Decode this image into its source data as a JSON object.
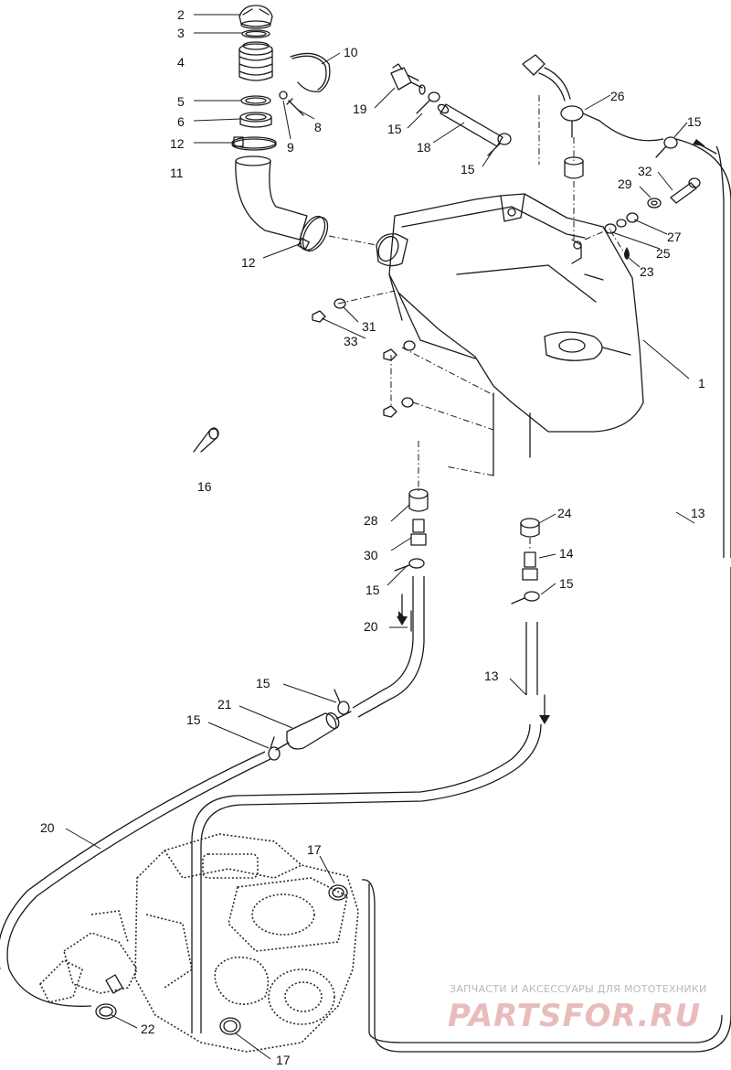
{
  "diagram": {
    "callouts": [
      {
        "id": "c2",
        "text": "2"
      },
      {
        "id": "c3",
        "text": "3"
      },
      {
        "id": "c4",
        "text": "4"
      },
      {
        "id": "c5",
        "text": "5"
      },
      {
        "id": "c6",
        "text": "6"
      },
      {
        "id": "c12a",
        "text": "12"
      },
      {
        "id": "c11",
        "text": "11"
      },
      {
        "id": "c10",
        "text": "10"
      },
      {
        "id": "c9",
        "text": "9"
      },
      {
        "id": "c8",
        "text": "8"
      },
      {
        "id": "c19",
        "text": "19"
      },
      {
        "id": "c15a",
        "text": "15"
      },
      {
        "id": "c18",
        "text": "18"
      },
      {
        "id": "c15b",
        "text": "15"
      },
      {
        "id": "c26",
        "text": "26"
      },
      {
        "id": "c15c",
        "text": "15"
      },
      {
        "id": "c32",
        "text": "32"
      },
      {
        "id": "c29",
        "text": "29"
      },
      {
        "id": "c27",
        "text": "27"
      },
      {
        "id": "c25",
        "text": "25"
      },
      {
        "id": "c23",
        "text": "23"
      },
      {
        "id": "c12b",
        "text": "12"
      },
      {
        "id": "c31",
        "text": "31"
      },
      {
        "id": "c33",
        "text": "33"
      },
      {
        "id": "c1",
        "text": "1"
      },
      {
        "id": "c16",
        "text": "16"
      },
      {
        "id": "c13a",
        "text": "13"
      },
      {
        "id": "c28",
        "text": "28"
      },
      {
        "id": "c30",
        "text": "30"
      },
      {
        "id": "c15d",
        "text": "15"
      },
      {
        "id": "c24",
        "text": "24"
      },
      {
        "id": "c14",
        "text": "14"
      },
      {
        "id": "c15e",
        "text": "15"
      },
      {
        "id": "c20a",
        "text": "20"
      },
      {
        "id": "c13b",
        "text": "13"
      },
      {
        "id": "c15f",
        "text": "15"
      },
      {
        "id": "c21",
        "text": "21"
      },
      {
        "id": "c15g",
        "text": "15"
      },
      {
        "id": "c20b",
        "text": "20"
      },
      {
        "id": "c17a",
        "text": "17"
      },
      {
        "id": "c22",
        "text": "22"
      },
      {
        "id": "c17b",
        "text": "17"
      }
    ]
  },
  "watermark": {
    "caption": "ЗАПЧАСТИ И АКСЕССУАРЫ ДЛЯ МОТОТЕХНИКИ",
    "logo": "PARTSFOR.RU",
    "color": "#e9bcbc"
  }
}
